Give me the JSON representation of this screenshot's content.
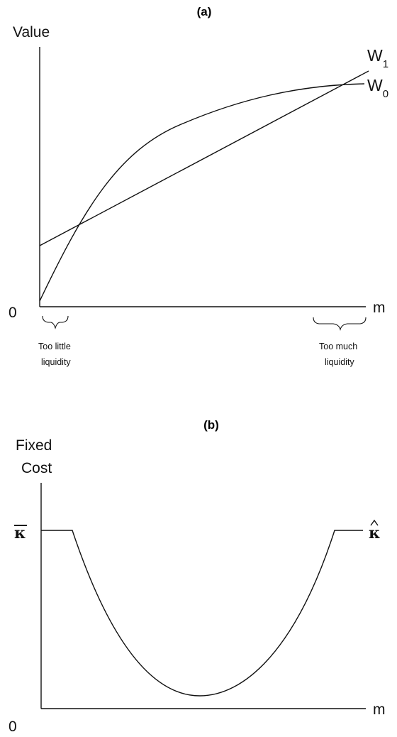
{
  "panel_a": {
    "label": "(a)",
    "y_axis_label": "Value",
    "origin_label": "0",
    "x_axis_label": "m",
    "curves": [
      {
        "base": "W",
        "subscript": "1"
      },
      {
        "base": "W",
        "subscript": "0"
      }
    ],
    "annotations": [
      {
        "line1": "Too little",
        "line2": "liquidity"
      },
      {
        "line1": "Too much",
        "line2": "liquidity"
      }
    ]
  },
  "panel_b": {
    "label": "(b)",
    "y_axis_label_line1": "Fixed",
    "y_axis_label_line2": "Cost",
    "origin_label": "0",
    "x_axis_label": "m",
    "left_level_label": "κ",
    "right_level_label": "κ"
  }
}
